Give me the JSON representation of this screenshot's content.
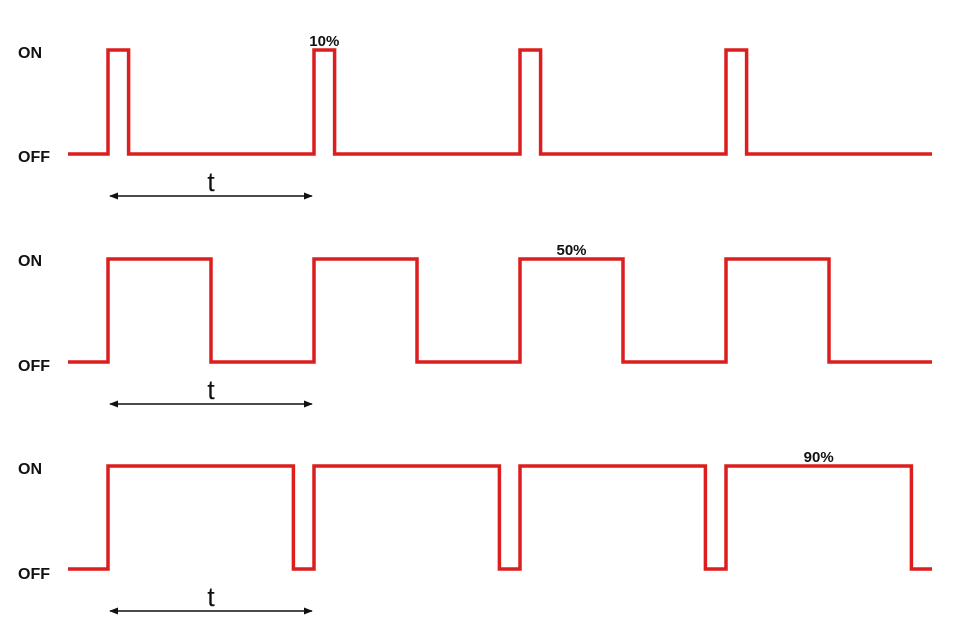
{
  "colors": {
    "signal": "#dc1e1e",
    "text": "#111111",
    "background": "#ffffff"
  },
  "levels": {
    "on": "ON",
    "off": "OFF"
  },
  "symbols": {
    "pulse_width": "t",
    "period": "T"
  },
  "panels": [
    {
      "duty_cycle": 0.1,
      "label": "10%",
      "label_pulse": 1,
      "cycles": 4
    },
    {
      "duty_cycle": 0.5,
      "label": "50%",
      "label_pulse": 2,
      "cycles": 4
    },
    {
      "duty_cycle": 0.9,
      "label": "90%",
      "label_pulse": 3,
      "cycles": 4
    }
  ]
}
